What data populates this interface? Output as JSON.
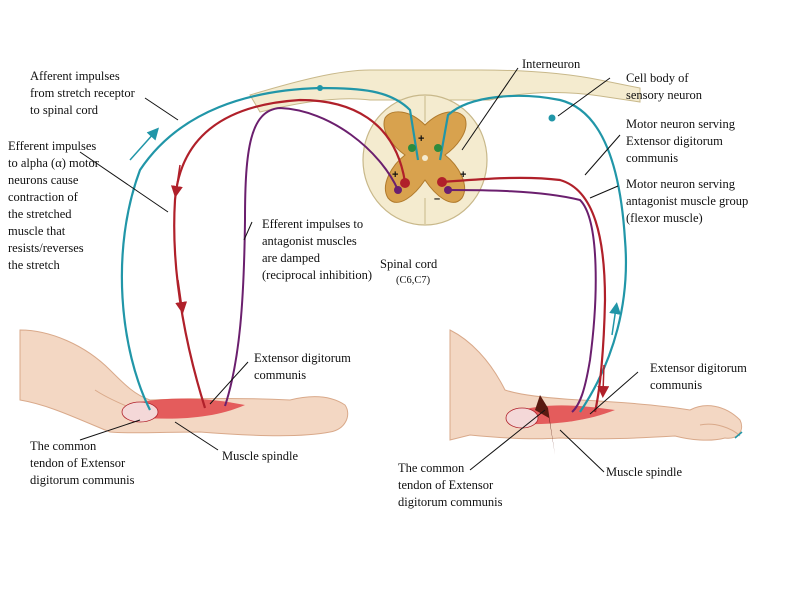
{
  "labels": {
    "afferent": [
      "Afferent impulses",
      "from stretch receptor",
      "to spinal cord"
    ],
    "efferent_alpha": [
      "Efferent impulses",
      "to alpha (α) motor",
      "neurons cause",
      "contraction of",
      "the stretched",
      "muscle that",
      "resists/reverses",
      "the stretch"
    ],
    "efferent_antagonist": [
      "Efferent impulses to",
      "antagonist muscles",
      "are damped",
      "(reciprocal inhibition)"
    ],
    "spinal_cord": [
      "Spinal cord",
      "(C6,C7)"
    ],
    "interneuron": "Interneuron",
    "cell_body": [
      "Cell body of",
      "sensory neuron"
    ],
    "motor_extensor": [
      "Motor neuron serving",
      "Extensor digitorum",
      "communis"
    ],
    "motor_flexor": [
      "Motor neuron serving",
      "antagonist muscle group",
      "(flexor muscle)"
    ],
    "extensor_left": [
      "Extensor digitorum",
      "communis"
    ],
    "tendon_left": [
      "The common",
      "tendon of Extensor",
      "digitorum communis"
    ],
    "spindle_left": "Muscle spindle",
    "extensor_right": [
      "Extensor digitorum",
      "communis"
    ],
    "tendon_right": [
      "The common",
      "tendon of Extensor",
      "digitorum communis"
    ],
    "spindle_right": "Muscle spindle"
  },
  "signs": {
    "plus_upper": "+",
    "plus_right": "+",
    "minus": "–",
    "plus_left": "+"
  },
  "colors": {
    "afferent": "#2196a8",
    "efferent": "#b0202a",
    "antagonist": "#6b1f6e",
    "cord_white": "#f4ebcf",
    "cord_grey": "#d8a24e",
    "skin": "#f3d7c3",
    "skin_shade": "#d9a98a",
    "muscle": "#e0464a"
  }
}
